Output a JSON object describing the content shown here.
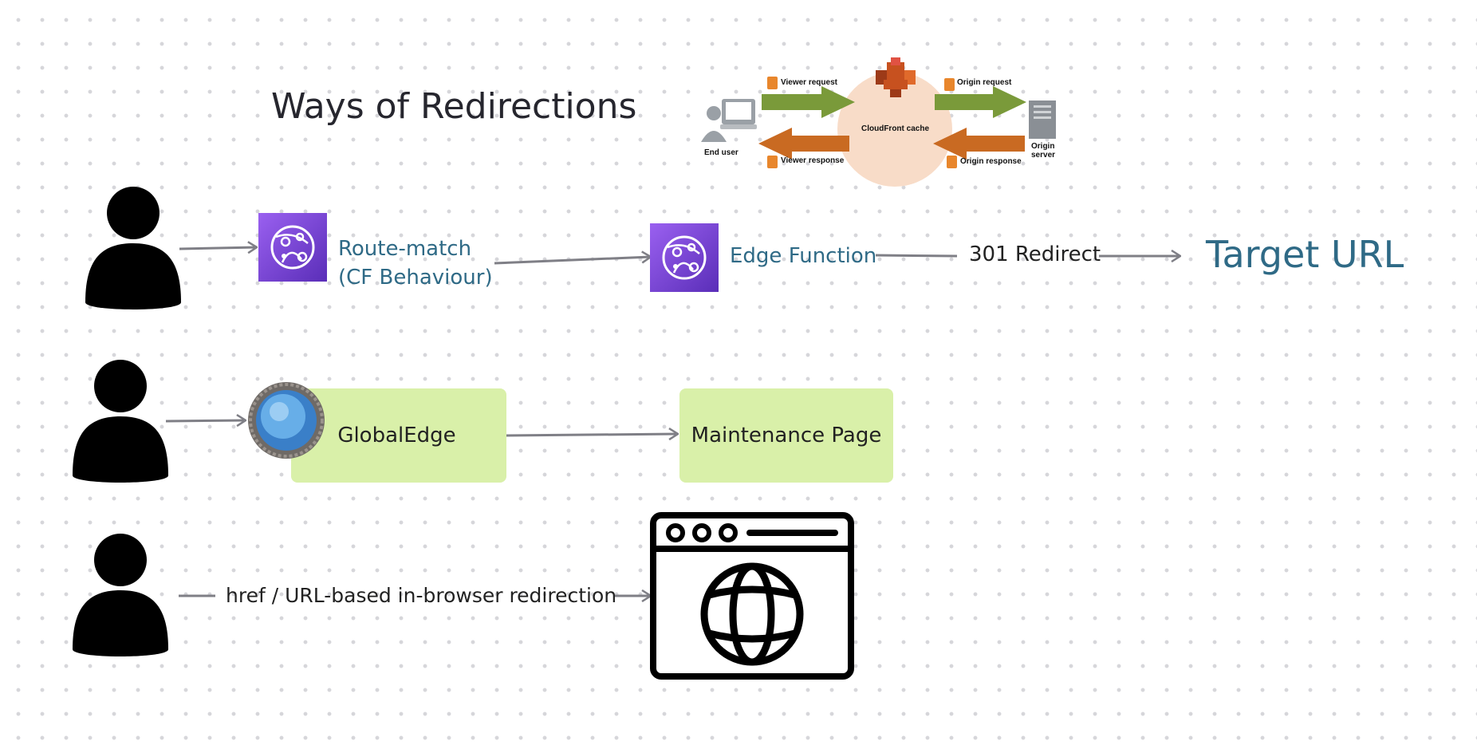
{
  "title": "Ways of Redirections",
  "row1": {
    "step1_line1": "Route-match",
    "step1_line2": "(CF Behaviour)",
    "step2": "Edge Function",
    "step3": "301 Redirect",
    "target": "Target URL"
  },
  "row2": {
    "box1": "GlobalEdge",
    "box2": "Maintenance Page"
  },
  "row3": {
    "label": "href / URL-based in-browser redirection"
  },
  "cloudfront_diagram": {
    "viewer_request": "Viewer request",
    "viewer_response": "Viewer response",
    "origin_request": "Origin request",
    "origin_response": "Origin response",
    "cache": "CloudFront cache",
    "end_user": "End user",
    "origin_server_line1": "Origin",
    "origin_server_line2": "server"
  },
  "icons": {
    "user": "user-icon",
    "cloudfront": "cloudfront-function-icon",
    "portal": "portal-icon",
    "browser": "browser-globe-icon"
  },
  "colors": {
    "accent_text": "#2f6a86",
    "box_fill": "#d9f0a9",
    "connector": "#7f7f86",
    "request_arrow": "#7a9a3a",
    "response_arrow": "#c96a22",
    "cache_circle": "#f8dcc8"
  }
}
